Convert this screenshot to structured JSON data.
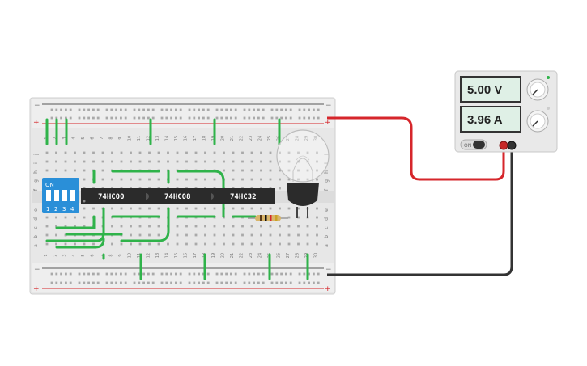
{
  "breadboard": {
    "column_labels": [
      "1",
      "2",
      "3",
      "4",
      "5",
      "6",
      "7",
      "8",
      "9",
      "10",
      "11",
      "12",
      "13",
      "14",
      "15",
      "16",
      "17",
      "18",
      "19",
      "20",
      "21",
      "22",
      "23",
      "24",
      "25",
      "26",
      "27",
      "28",
      "29",
      "30"
    ],
    "row_labels_top": [
      "j",
      "i",
      "h",
      "g",
      "f"
    ],
    "row_labels_bottom": [
      "e",
      "d",
      "c",
      "b",
      "a"
    ],
    "rail_plus": "+",
    "rail_minus": "−"
  },
  "chips": {
    "chip1": "74HC00",
    "chip2": "74HC08",
    "chip3": "74HC32"
  },
  "dip_switch": {
    "on_label": "ON",
    "numbers": [
      "1",
      "2",
      "3",
      "4"
    ]
  },
  "power_supply": {
    "voltage": "5.00 V",
    "current": "3.96 A",
    "on_label": "ON"
  },
  "colors": {
    "wire_green": "#2fb34a",
    "wire_red": "#d6262b",
    "wire_black": "#333333",
    "chip": "#2b2b2b",
    "dip": "#2a8fd8",
    "rail_red": "#d6262b"
  }
}
